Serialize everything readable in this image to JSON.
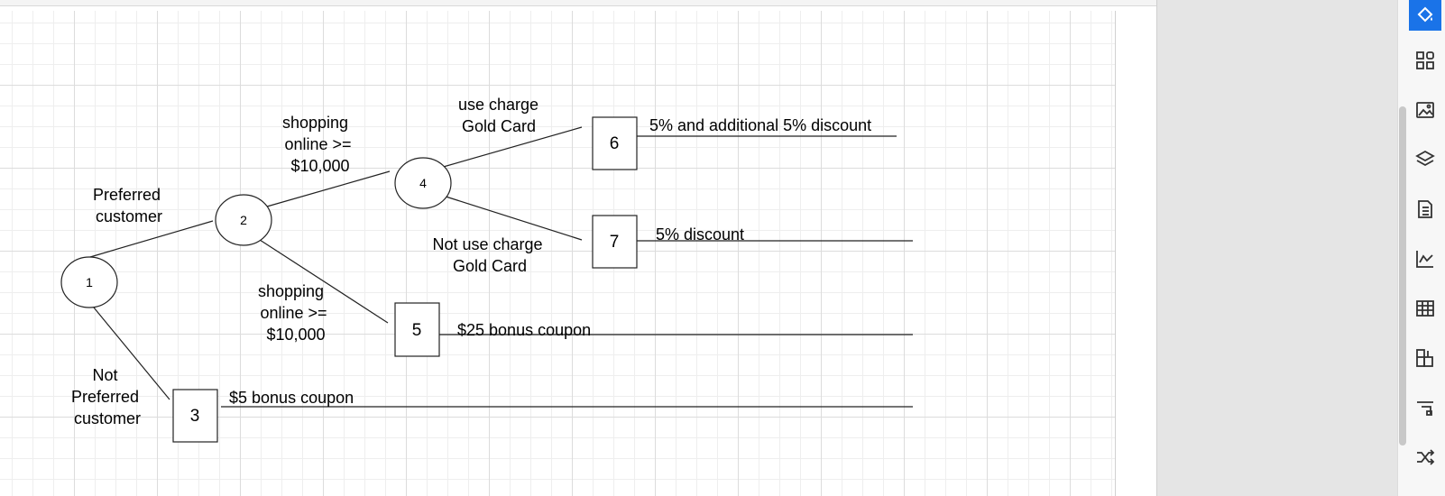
{
  "diagram": {
    "nodes": {
      "n1": "1",
      "n2": "2",
      "n3": "3",
      "n4": "4",
      "n5": "5",
      "n6": "6",
      "n7": "7"
    },
    "edge_labels": {
      "preferred": [
        "Preferred",
        "customer"
      ],
      "not_preferred": [
        "Not",
        "Preferred",
        "customer"
      ],
      "shopping_upper": [
        "shopping",
        "online >=",
        "$10,000"
      ],
      "shopping_lower": [
        "shopping",
        "online >=",
        "$10,000"
      ],
      "use_charge": [
        "use charge",
        "Gold Card"
      ],
      "not_use_charge": [
        "Not use charge",
        "Gold Card"
      ]
    },
    "outcomes": {
      "o6": "5% and additional 5% discount",
      "o7": "5% discount",
      "o5": "$25 bonus coupon",
      "o3": "$5 bonus coupon"
    }
  },
  "toolbar": {
    "items": [
      {
        "name": "style",
        "icon": "paint-bucket-icon",
        "active": true
      },
      {
        "name": "shapes",
        "icon": "shapes-grid-icon"
      },
      {
        "name": "image",
        "icon": "image-icon"
      },
      {
        "name": "layers",
        "icon": "layers-icon"
      },
      {
        "name": "page",
        "icon": "document-list-icon"
      },
      {
        "name": "chart",
        "icon": "line-chart-icon"
      },
      {
        "name": "table",
        "icon": "table-icon"
      },
      {
        "name": "diagram",
        "icon": "org-chart-icon"
      },
      {
        "name": "connector",
        "icon": "connector-icon"
      },
      {
        "name": "arrange",
        "icon": "shuffle-icon"
      }
    ],
    "accent": "#1a73e8"
  }
}
